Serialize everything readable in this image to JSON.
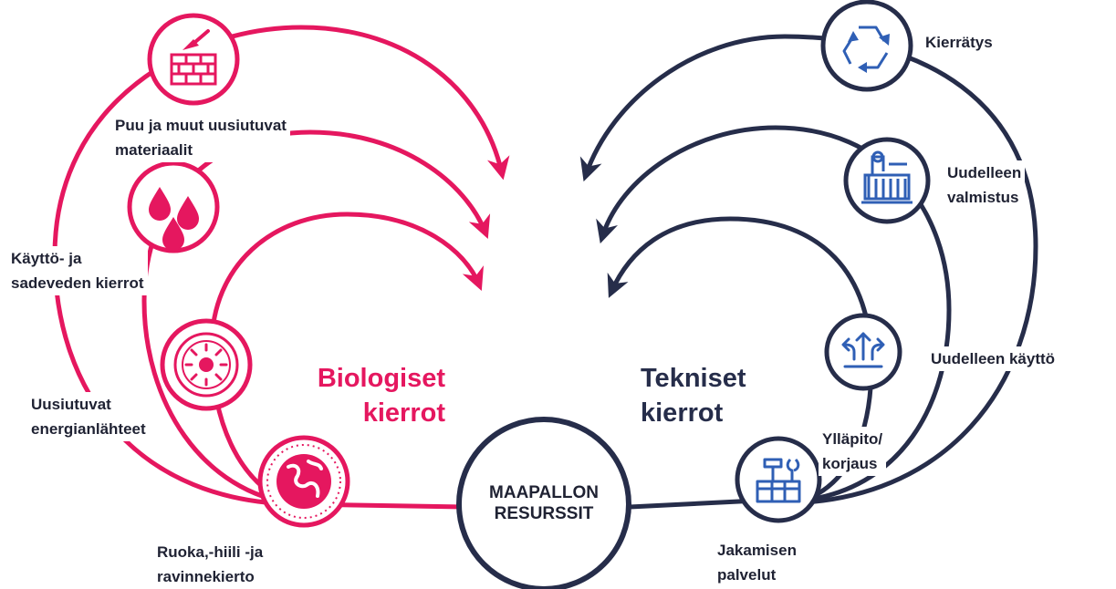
{
  "colors": {
    "biological": "#e5175f",
    "technical": "#262d4a",
    "background": "#ffffff"
  },
  "center": {
    "label": "MAAPALLON\nRESURSSIT"
  },
  "biological": {
    "title": "Biologiset\nkierrot",
    "items": [
      {
        "label": "Puu ja muut uusiutuvat\nmateriaalit",
        "icon": "brick-wall-trowel-icon"
      },
      {
        "label": "Käyttö- ja\nsadeveden kierrot",
        "icon": "water-drops-icon"
      },
      {
        "label": "Uusiutuvat\nenergianlähteet",
        "icon": "sun-energy-icon"
      },
      {
        "label": "Ruoka,-hiili -ja\nravinnekierto",
        "icon": "globe-icon"
      }
    ]
  },
  "technical": {
    "title": "Tekniset\nkierrot",
    "items": [
      {
        "label": "Kierrätys",
        "icon": "recycle-icon"
      },
      {
        "label": "Uudelleen\nvalmistus",
        "icon": "machine-icon"
      },
      {
        "label": "Uudelleen käyttö",
        "icon": "reuse-arrows-icon"
      },
      {
        "label": "Ylläpito/\nkorjaus",
        "icon": ""
      },
      {
        "label": "Jakamisen\npalvelut",
        "icon": "toolbox-icon"
      }
    ]
  }
}
